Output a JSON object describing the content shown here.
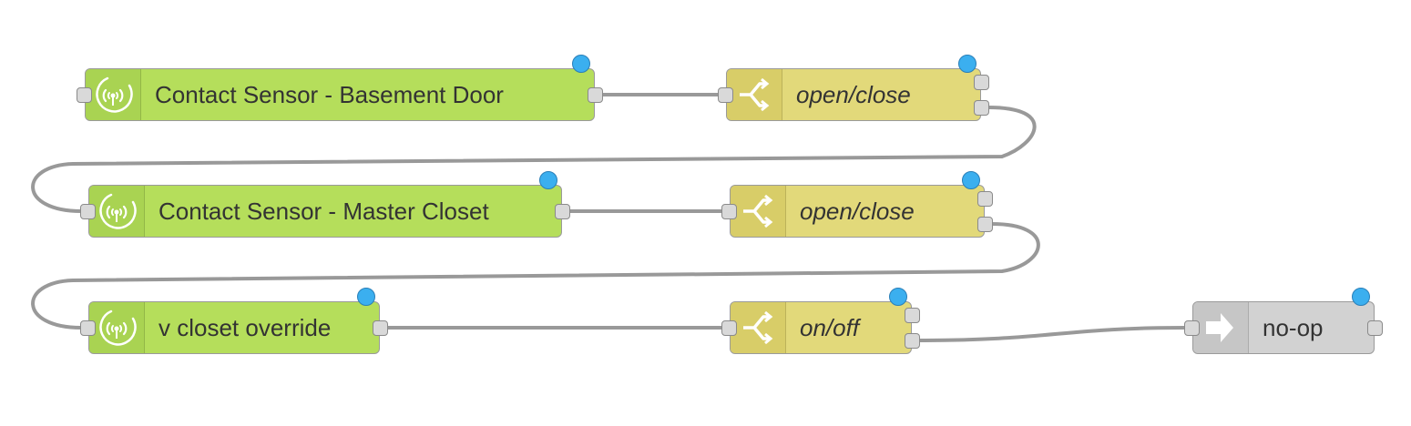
{
  "colors": {
    "input_node": "#b5de5b",
    "switch_node": "#e2d97a",
    "output_node": "#d2d2d2",
    "wire": "#999999",
    "status_dot": "#3bafef"
  },
  "nodes": [
    {
      "id": "cs_basement",
      "label": "Contact Sensor - Basement Door",
      "type": "input",
      "icon": "wireless-sensor-icon"
    },
    {
      "id": "sw_basement",
      "label": "open/close",
      "type": "switch",
      "icon": "switch-icon"
    },
    {
      "id": "cs_closet",
      "label": "Contact Sensor - Master Closet",
      "type": "input",
      "icon": "wireless-sensor-icon"
    },
    {
      "id": "sw_closet",
      "label": "open/close",
      "type": "switch",
      "icon": "switch-icon"
    },
    {
      "id": "v_override",
      "label": "v closet override",
      "type": "input",
      "icon": "wireless-sensor-icon"
    },
    {
      "id": "sw_override",
      "label": "on/off",
      "type": "switch",
      "icon": "switch-icon"
    },
    {
      "id": "noop",
      "label": "no-op",
      "type": "output",
      "icon": "arrow-right-icon"
    }
  ],
  "wires": [
    {
      "from": "cs_basement",
      "to": "sw_basement"
    },
    {
      "from": "sw_basement",
      "to": "cs_closet"
    },
    {
      "from": "cs_closet",
      "to": "sw_closet"
    },
    {
      "from": "sw_closet",
      "to": "v_override"
    },
    {
      "from": "v_override",
      "to": "sw_override"
    },
    {
      "from": "sw_override",
      "to": "noop"
    }
  ]
}
